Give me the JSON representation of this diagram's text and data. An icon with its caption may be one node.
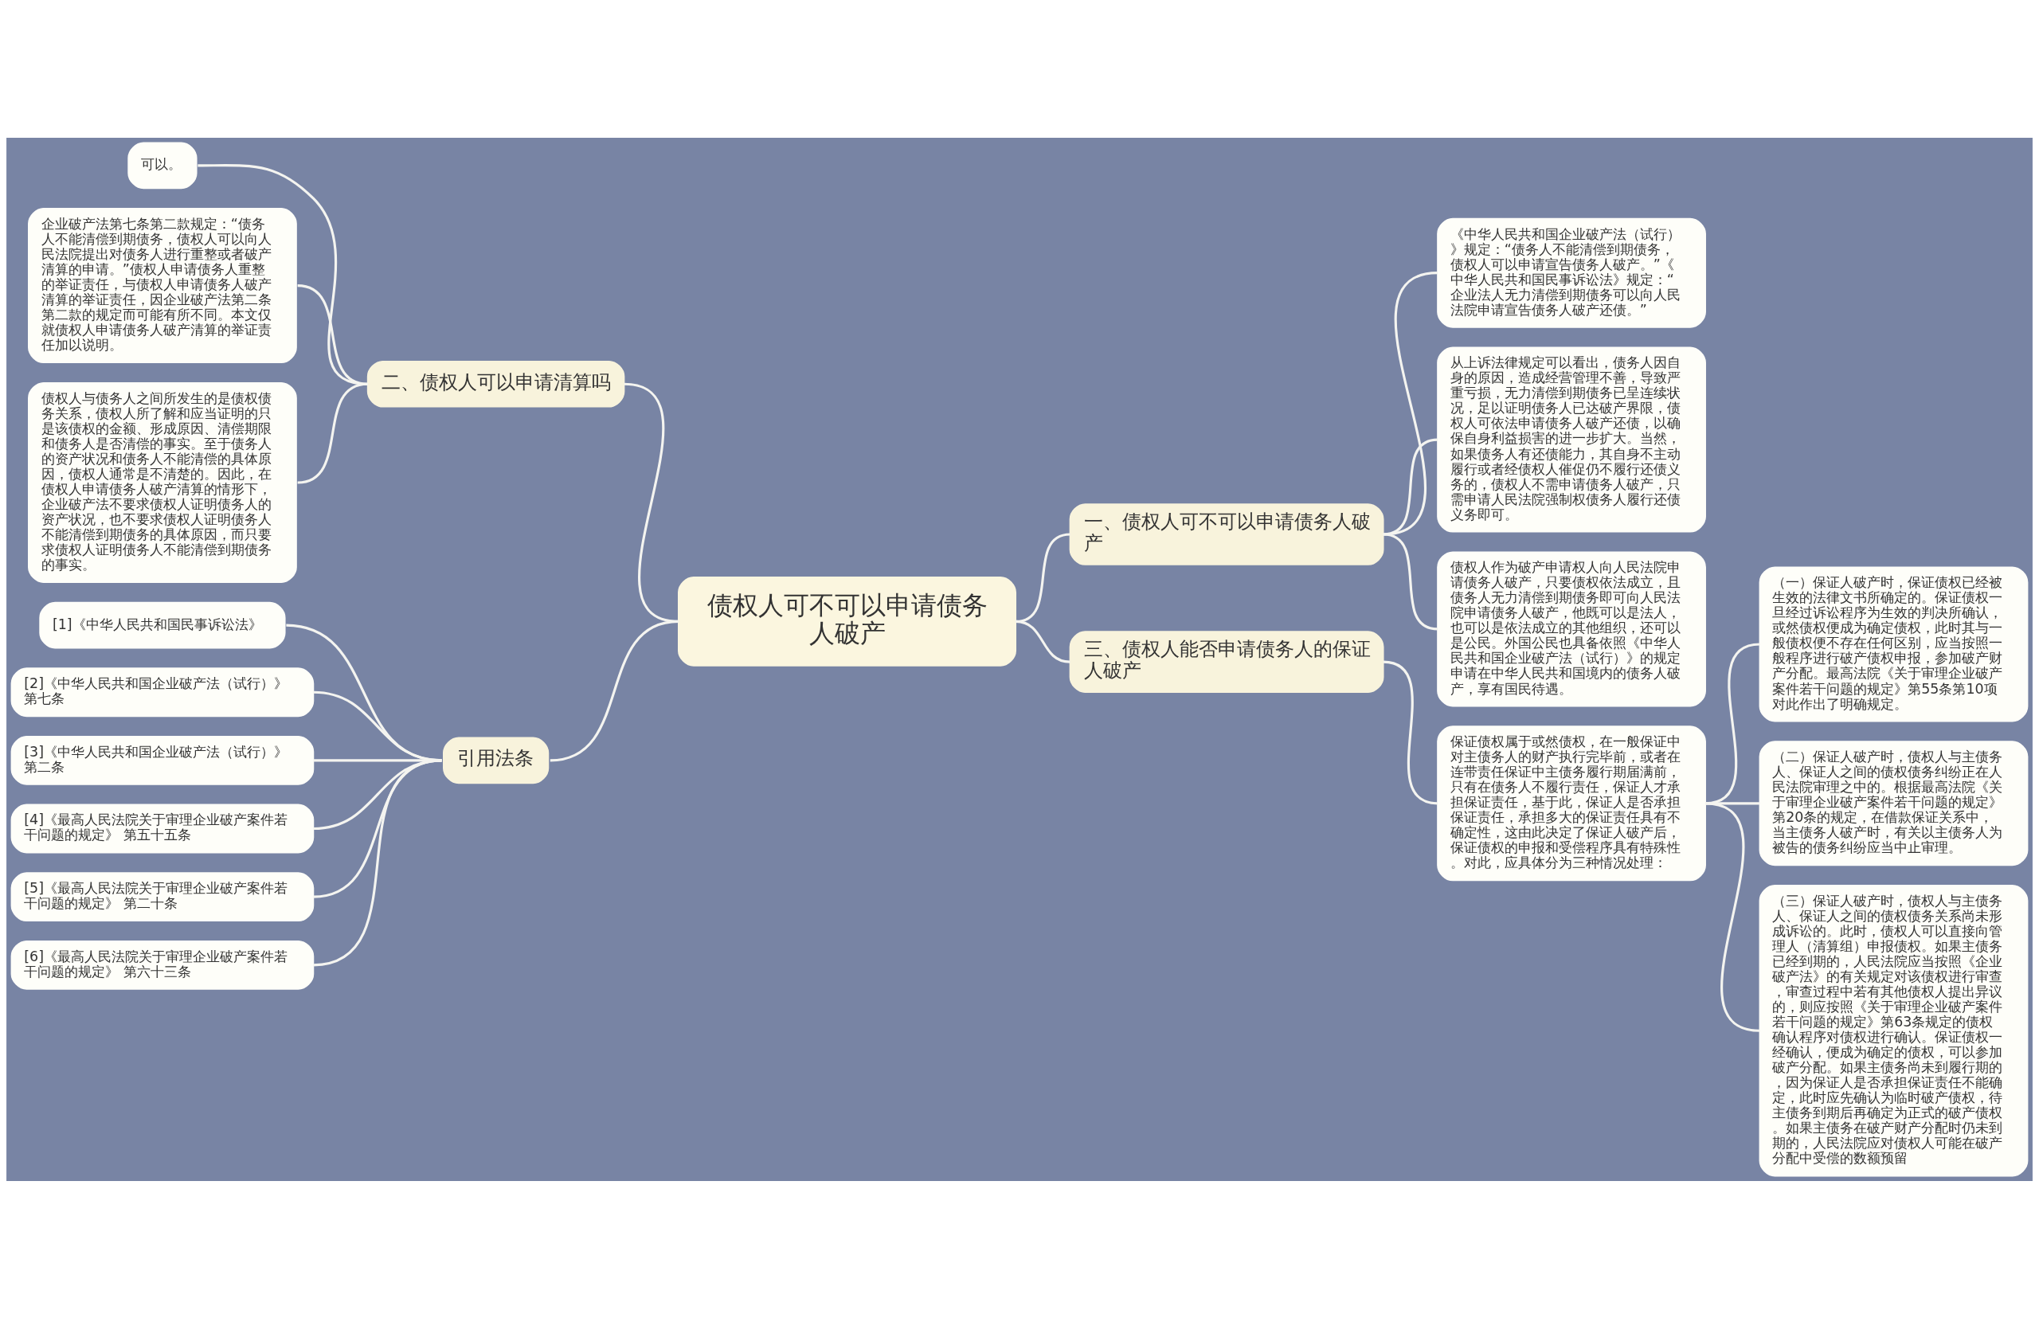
{
  "diagram": {
    "nodes": [
      {
        "text": [
          "债权人可不可以申请债务人破产"
        ]
      },
      {
        "text": [
          "一、债权人可不可以申请债务人破产"
        ]
      },
      {
        "text": [
          "《中华人民共和国企业破产法（试行）》规定：“债务人不能清偿到期债务，债权人可以申请宣告债务人破产。”《中华人民共和国民事诉讼法》规定：“企业法人无力清偿到期债务可以向人民法院申请宣告债务人破产还债。”"
        ]
      },
      {
        "text": [
          "从上诉法律规定可以看出，债务人因自身的原因，造成经营管理不善，导致严重亏损，无力清偿到期债务已呈连续状况，足以证明债务人已达破产界限，债权人可依法申请债务人破产还债，以确保自身利益损害的进一步扩大。当然，如果债务人有还债能力，其自身不主动履行或者经债权人催促仍不履行还债义务的，债权人不需申请债务人破产，只需申请人民法院强制权债务人履行还债义务即可。"
        ]
      },
      {
        "text": [
          "债权人作为破产申请权人向人民法院申请债务人破产，只要债权依法成立，且债务人无力清偿到期债务即可向人民法院申请债务人破产，他既可以是法人，也可以是依法成立的其他组织，还可以是公民。外国公民也具备依照《中华人民共和国企业破产法（试行）》的规定申请在中华人民共和国境内的债务人破产，享有国民待遇。"
        ]
      },
      {
        "text": [
          "三、债权人能否申请债务人的保证人破产"
        ]
      },
      {
        "text": [
          "保证债权属于或然债权，在一般保证中对主债务人的财产执行完毕前，或者在连带责任保证中主债务履行期届满前，只有在债务人不履行责任，保证人才承担保证责任，基于此，保证人是否承担保证责任，承担多大的保证责任具有不确定性，这由此决定了保证人破产后，保证债权的申报和受偿程序具有特殊性。对此，应具体分为三种情况处理："
        ]
      },
      {
        "text": [
          "（一）保证人破产时，保证债权已经被生效的法律文书所确定的。保证债权一旦经过诉讼程序为生效的判决所确认，或然债权便成为确定债权，此时其与一般债权便不存在任何区别，应当按照一般程序进行破产债权申报，参加破产财产分配。最高法院《关于审理企业破产案件若干问题的规定》第55条第10项对此作出了明确规定。"
        ]
      },
      {
        "text": [
          "（二）保证人破产时，债权人与主债务人、保证人之间的债权债务纠纷正在人民法院审理之中的。根据最高法院《关于审理企业破产案件若干问题的规定》第20条的规定，在借款保证关系中，当主债务人破产时，有关以主债务人为被告的债务纠纷应当中止审理。"
        ]
      },
      {
        "text": [
          "（三）保证人破产时，债权人与主债务人、保证人之间的债权债务关系尚未形成诉讼的。此时，债权人可以直接向管理人（清算组）申报债权。如果主债务已经到期的，人民法院应当按照《企业破产法》的有关规定对该债权进行审查，审查过程中若有其他债权人提出异议的，则应按照《关于审理企业破产案件若干问题的规定》第63条规定的债权确认程序对债权进行确认。保证债权一经确认，便成为确定的债权，可以参加破产分配。如果主债务尚未到履行期的，因为保证人是否承担保证责任不能确定，此时应先确认为临时破产债权，待主债务到期后再确定为正式的破产债权。如果主债务在破产财产分配时仍未到期的，人民法院应对债权人可能在破产分配中受偿的数额预留"
        ]
      },
      {
        "text": [
          "二、债权人可以申请清算吗"
        ]
      },
      {
        "text": [
          "可以。"
        ]
      },
      {
        "text": [
          "企业破产法第七条第二款规定：“债务人不能清偿到期债务，债权人可以向人民法院提出对债务人进行重整或者破产清算的申请。”债权人申请债务人重整的举证责任，与债权人申请债务人破产清算的举证责任，因企业破产法第二条第二款的规定而可能有所不同。本文仅就债权人申请债务人破产清算的举证责任加以说明。"
        ]
      },
      {
        "text": [
          "债权人与债务人之间所发生的是债权债务关系，债权人所了解和应当证明的只是该债权的金额、形成原因、清偿期限和债务人是否清偿的事实。至于债务人的资产状况和债务人不能清偿的具体原因，债权人通常是不清楚的。因此，在债权人申请债务人破产清算的情形下，企业破产法不要求债权人证明债务人的资产状况，也不要求债权人证明债务人不能清偿到期债务的具体原因，而只要求债权人证明债务人不能清偿到期债务的事实。"
        ]
      },
      {
        "text": [
          "引用法条"
        ]
      },
      {
        "text": [
          "[1]《中华人民共和国民事诉讼法》"
        ]
      },
      {
        "text": [
          "[2]《中华人民共和国企业破产法（试行）》第七条"
        ]
      },
      {
        "text": [
          "[3]《中华人民共和国企业破产法（试行）》第二条"
        ]
      },
      {
        "text": [
          "[4]《最高人民法院关于审理企业破产案件若干问题的规定》 第五十五条"
        ]
      },
      {
        "text": [
          "[5]《最高人民法院关于审理企业破产案件若干问题的规定》 第二十条"
        ]
      },
      {
        "text": [
          "[6]《最高人民法院关于审理企业破产案件若干问题的规定》 第六十三条"
        ]
      }
    ],
    "edges": [
      {
        "from": 0,
        "to": 1,
        "arrow": "none"
      },
      {
        "from": 1,
        "to": 2,
        "arrow": "none"
      },
      {
        "from": 1,
        "to": 3,
        "arrow": "none"
      },
      {
        "from": 1,
        "to": 4,
        "arrow": "none"
      },
      {
        "from": 0,
        "to": 5,
        "arrow": "none"
      },
      {
        "from": 5,
        "to": 6,
        "arrow": "none"
      },
      {
        "from": 6,
        "to": 7,
        "arrow": "none"
      },
      {
        "from": 6,
        "to": 8,
        "arrow": "none"
      },
      {
        "from": 6,
        "to": 9,
        "arrow": "none"
      },
      {
        "from": 0,
        "to": 10,
        "arrow": "none"
      },
      {
        "from": 10,
        "to": 11,
        "arrow": "none"
      },
      {
        "from": 10,
        "to": 12,
        "arrow": "none"
      },
      {
        "from": 10,
        "to": 13,
        "arrow": "none"
      },
      {
        "from": 0,
        "to": 14,
        "arrow": "none"
      },
      {
        "from": 14,
        "to": 15,
        "arrow": "none"
      },
      {
        "from": 14,
        "to": 16,
        "arrow": "none"
      },
      {
        "from": 14,
        "to": 17,
        "arrow": "none"
      },
      {
        "from": 14,
        "to": 18,
        "arrow": "none"
      },
      {
        "from": 14,
        "to": 19,
        "arrow": "none"
      },
      {
        "from": 14,
        "to": 20,
        "arrow": "none"
      }
    ]
  }
}
